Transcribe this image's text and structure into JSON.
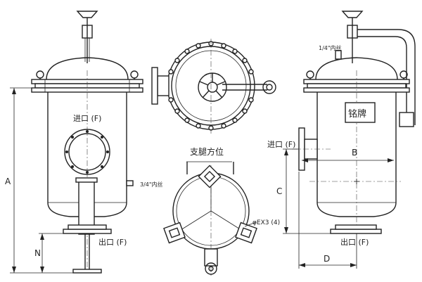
{
  "labels": {
    "inlet_front": "进口 (F)",
    "outlet_front": "出口 (F)",
    "port_front": "3/4\"内丝",
    "port_side": "1/4\"内丝",
    "nameplate": "铭牌",
    "inlet_side": "进口 (F)",
    "outlet_side": "出口 (F)",
    "leg_title": "支腿方位",
    "bolt_note": "φEX3 (4)"
  },
  "dimensions": {
    "A": "A",
    "N": "N",
    "B": "B",
    "C": "C",
    "D": "D"
  }
}
